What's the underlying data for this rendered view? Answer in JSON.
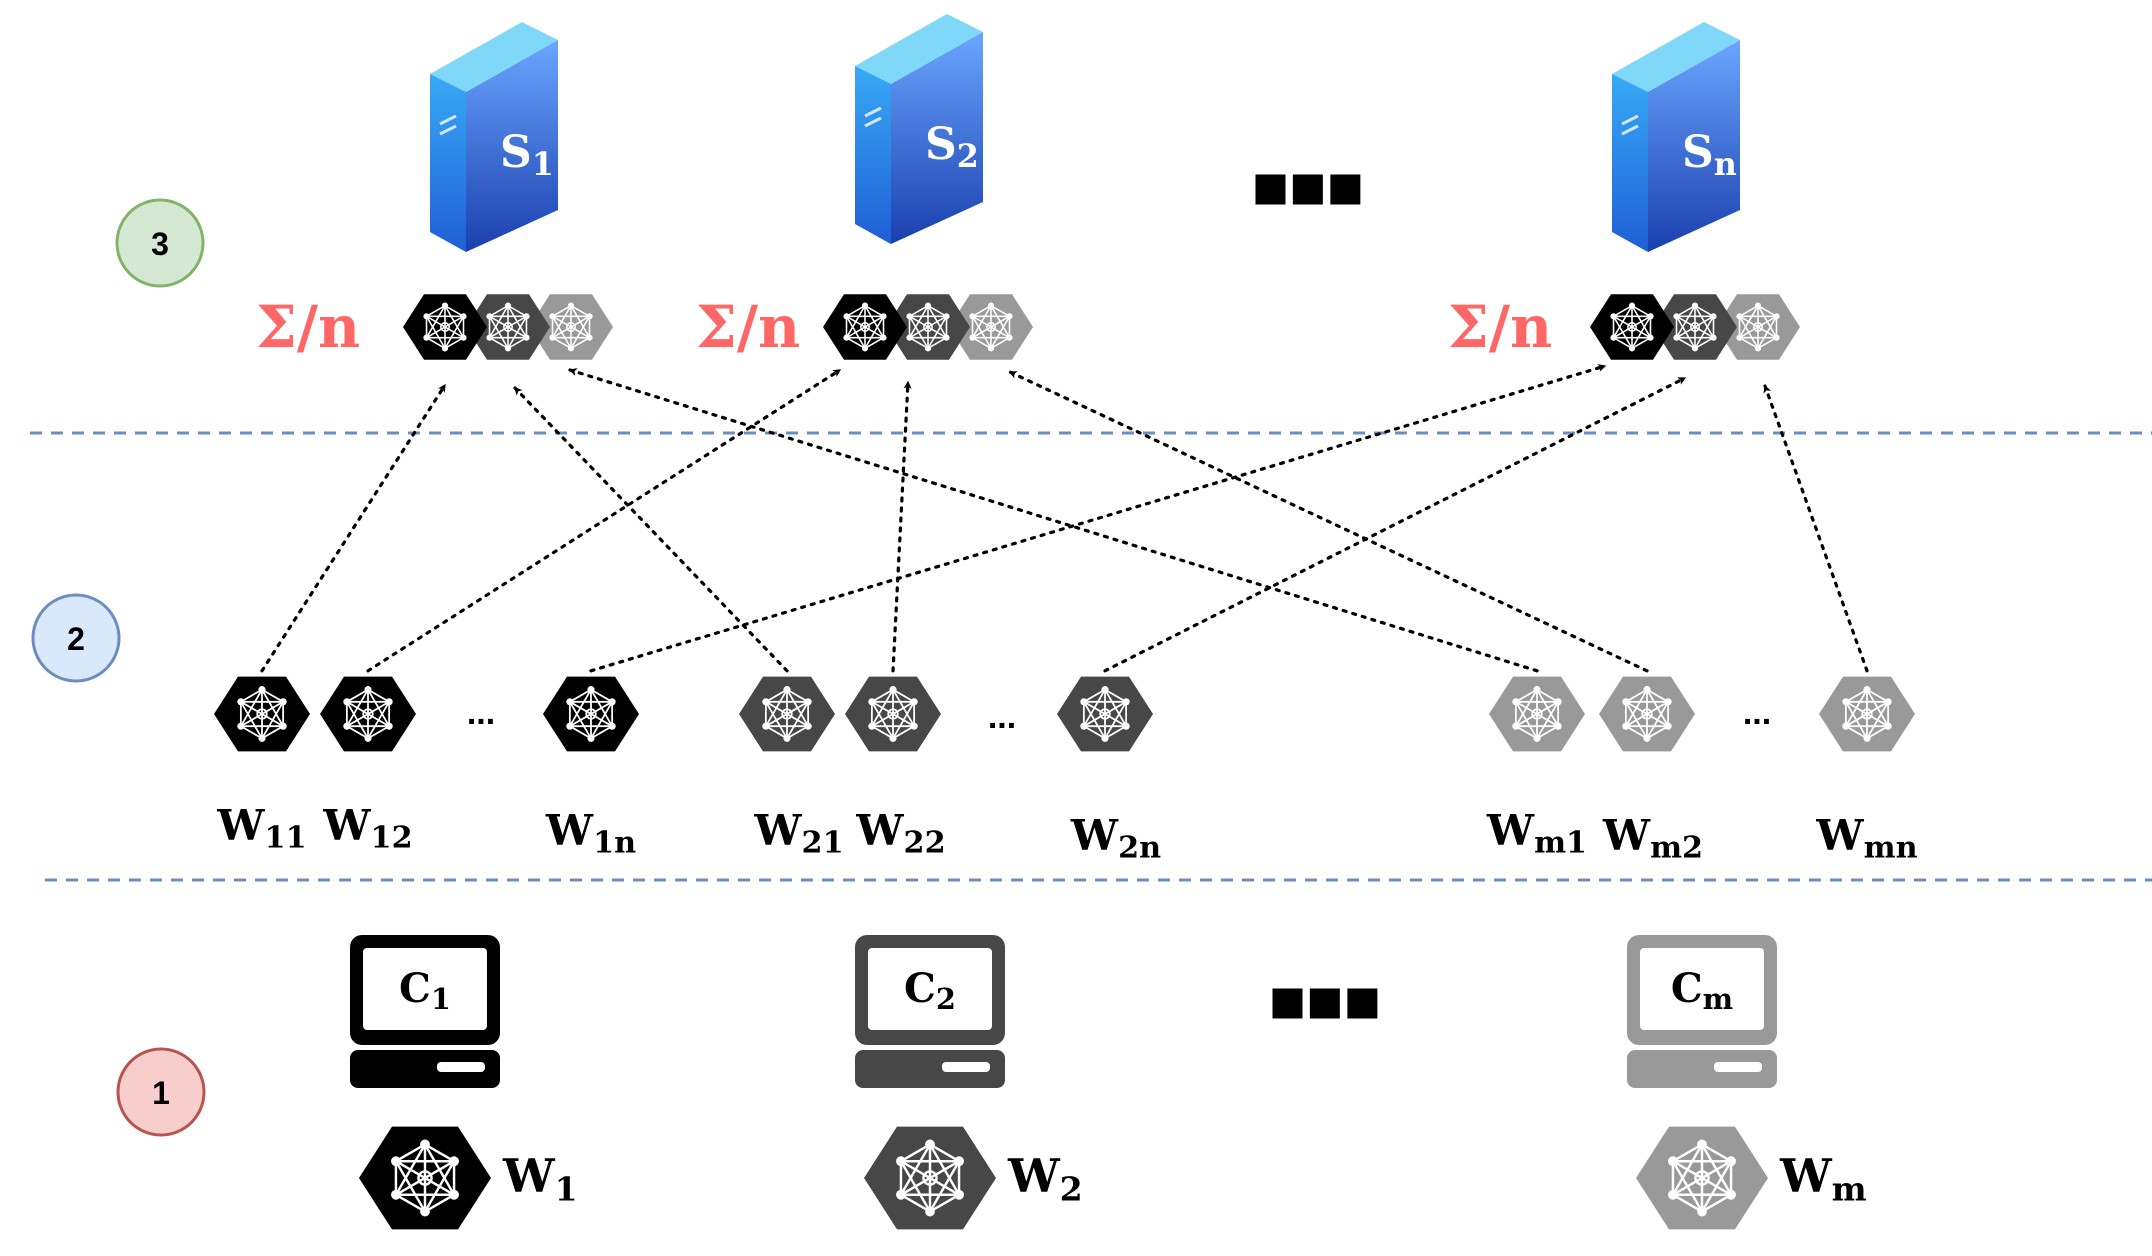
{
  "layers": [
    {
      "label": "3",
      "fill": "#d5e8d4",
      "stroke": "#82b366"
    },
    {
      "label": "2",
      "fill": "#dae8fc",
      "stroke": "#6c8ebf"
    },
    {
      "label": "1",
      "fill": "#f8cecc",
      "stroke": "#b85450"
    }
  ],
  "colors": {
    "client1": "#000000",
    "client2": "#474747",
    "clientm": "#999999",
    "sum_label": "#ff6666",
    "divider": "#6c8ebf",
    "server_top": "#7fd8f8",
    "server_front": "#2f7fe8",
    "server_side": "#1c54c8"
  },
  "servers": [
    {
      "base": "S",
      "sub": "1",
      "sum_label": "Σ/n"
    },
    {
      "base": "S",
      "sub": "2",
      "sum_label": "Σ/n"
    },
    {
      "base": "S",
      "sub": "n",
      "sum_label": "Σ/n"
    }
  ],
  "server_ellipsis": "■■■",
  "client_ellipsis": "■■■",
  "model_ellipsis": [
    "...",
    "...",
    "..."
  ],
  "split_models": [
    {
      "base": "W",
      "sub": "11"
    },
    {
      "base": "W",
      "sub": "12"
    },
    {
      "base": "W",
      "sub": "1n"
    },
    {
      "base": "W",
      "sub": "21"
    },
    {
      "base": "W",
      "sub": "22"
    },
    {
      "base": "W",
      "sub": "2n"
    },
    {
      "base": "W",
      "sub": "m1"
    },
    {
      "base": "W",
      "sub": "m2"
    },
    {
      "base": "W",
      "sub": "mn"
    }
  ],
  "clients": [
    {
      "base": "C",
      "sub": "1",
      "model_base": "W",
      "model_sub": "1"
    },
    {
      "base": "C",
      "sub": "2",
      "model_base": "W",
      "model_sub": "2"
    },
    {
      "base": "C",
      "sub": "m",
      "model_base": "W",
      "model_sub": "m"
    }
  ],
  "icons": {
    "server": "server-icon",
    "computer": "computer-icon",
    "model": "neural-network-hexagon-icon"
  }
}
